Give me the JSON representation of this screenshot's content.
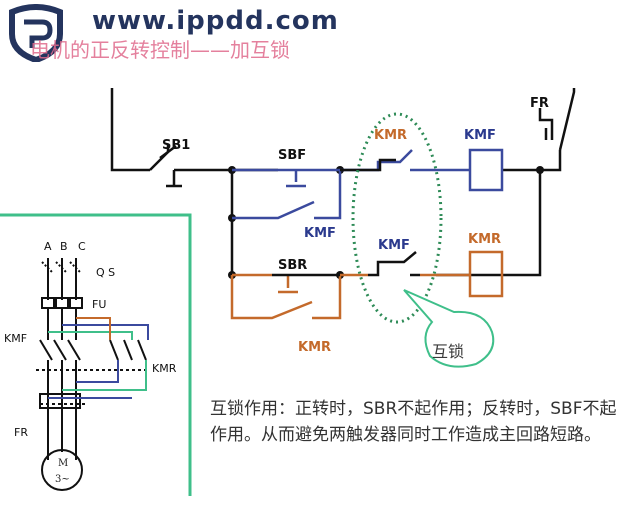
{
  "watermark": "www.ippdd.com",
  "title": "电机的正反转控制——加互锁",
  "labels": {
    "sb1": "SB1",
    "sbf": "SBF",
    "sbr": "SBR",
    "kmr_contact": "KMR",
    "kmf_contact_top": "KMF",
    "kmf_coil": "KMF",
    "kmr_coil": "KMR",
    "fr_top": "FR",
    "kmf_aux": "KMF",
    "kmr_aux": "KMR",
    "interlock_bubble": "互锁"
  },
  "main_circuit": {
    "phase_a": "A",
    "phase_b": "B",
    "phase_c": "C",
    "qs": "Q S",
    "fu": "FU",
    "kmf": "KMF",
    "kmr": "KMR",
    "fr": "FR",
    "motor": "M",
    "motor_sub": "3~"
  },
  "note": "互锁作用：正转时，SBR不起作用；反转时，SBF不起作用。从而避免两触发器同时工作造成主回路短路。",
  "colors": {
    "blue_wire": "#3b4a9e",
    "orange_wire": "#c46a2b",
    "green_border": "#3fbf8a",
    "dotted_ellipse": "#2e8b57",
    "logo": "#24345e"
  }
}
